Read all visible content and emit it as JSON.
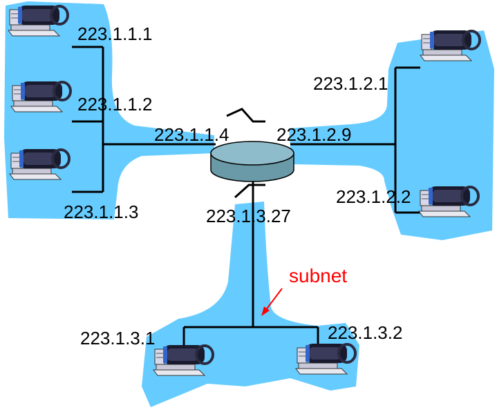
{
  "colors": {
    "subnet_fill": "#66ccff",
    "annotation": "#ff0000",
    "router_fill": "#78aab8",
    "line": "#000000"
  },
  "icons": {
    "host": "computer-host-icon",
    "router": "router-icon"
  },
  "labels": {
    "h111": "223.1.1.1",
    "h112": "223.1.1.2",
    "h113": "223.1.1.3",
    "r114": "223.1.1.4",
    "h121": "223.1.2.1",
    "r129": "223.1.2.9",
    "h122": "223.1.2.2",
    "r1327": "223.1.3.27",
    "h131": "223.1.3.1",
    "h132": "223.1.3.2"
  },
  "annotation": {
    "text": "subnet"
  }
}
